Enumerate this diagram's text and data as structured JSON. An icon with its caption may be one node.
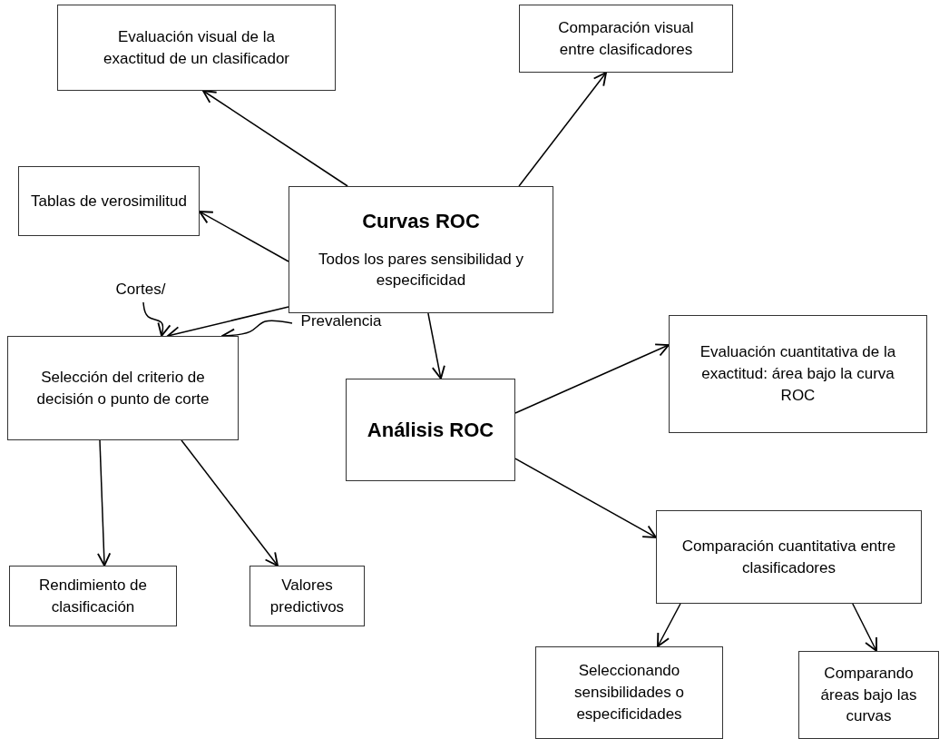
{
  "diagram": {
    "nodes": [
      {
        "text": [
          "Evaluación visual de la exactitud de un clasificador"
        ]
      },
      {
        "text": [
          "Comparación visual entre clasificadores"
        ]
      },
      {
        "text": [
          "Tablas de verosimilitud"
        ]
      },
      {
        "text": [
          "Curvas ROC",
          "Todos los pares sensibilidad y especificidad"
        ]
      },
      {
        "text": [
          "Cortes/"
        ]
      },
      {
        "text": [
          "Prevalencia"
        ]
      },
      {
        "text": [
          "Selección del criterio de decisión o punto de corte"
        ]
      },
      {
        "text": [
          "Análisis ROC"
        ]
      },
      {
        "text": [
          "Evaluación cuantitativa de la exactitud: área bajo la curva ROC"
        ]
      },
      {
        "text": [
          "Rendimiento de clasificación"
        ]
      },
      {
        "text": [
          "Valores predictivos"
        ]
      },
      {
        "text": [
          "Comparación cuantitativa entre clasificadores"
        ]
      },
      {
        "text": [
          "Seleccionando sensibilidades o especificidades"
        ]
      },
      {
        "text": [
          "Comparando áreas bajo las curvas"
        ]
      }
    ],
    "edges": [
      {
        "from": 3,
        "to": 0,
        "arrow": "to"
      },
      {
        "from": 3,
        "to": 1,
        "arrow": "to"
      },
      {
        "from": 3,
        "to": 2,
        "arrow": "to"
      },
      {
        "from": 3,
        "to": 6,
        "arrow": "to"
      },
      {
        "from": 4,
        "to": 6,
        "arrow": "to"
      },
      {
        "from": 5,
        "to": 6,
        "arrow": "to"
      },
      {
        "from": 3,
        "to": 7,
        "arrow": "to"
      },
      {
        "from": 7,
        "to": 8,
        "arrow": "to"
      },
      {
        "from": 7,
        "to": 11,
        "arrow": "to"
      },
      {
        "from": 6,
        "to": 9,
        "arrow": "to"
      },
      {
        "from": 6,
        "to": 10,
        "arrow": "to"
      },
      {
        "from": 11,
        "to": 12,
        "arrow": "to"
      },
      {
        "from": 11,
        "to": 13,
        "arrow": "to"
      }
    ]
  }
}
